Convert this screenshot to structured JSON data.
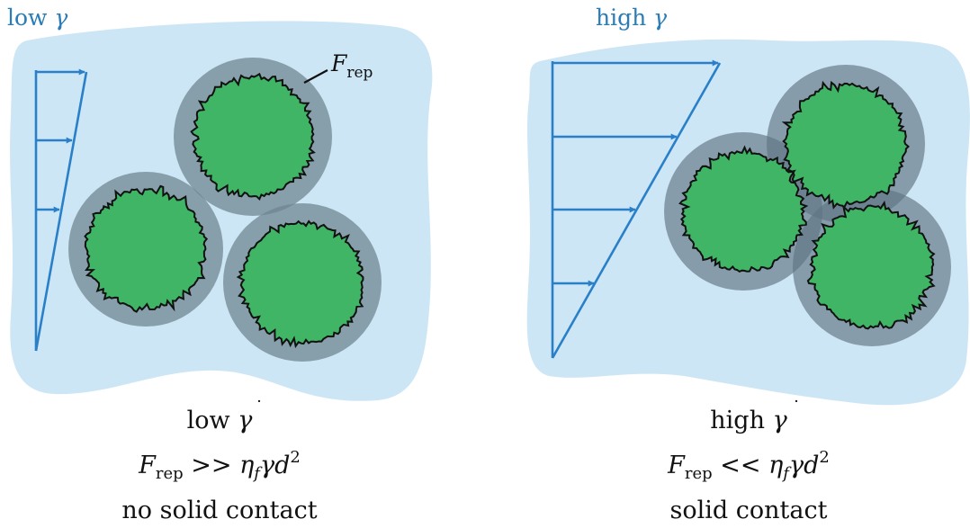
{
  "left_panel": {
    "corner_label": {
      "text": "low ",
      "symbol": "γ"
    },
    "force_label": {
      "symbol": "F",
      "subscript": "rep"
    },
    "caption": {
      "line1": {
        "text": "low ",
        "symbol": "γ"
      },
      "line2": {
        "F": "F",
        "sub": "rep",
        "op": " >> ",
        "eta": "η",
        "eta_sub": "f",
        "gamma": "γ",
        "d": "d",
        "sup": "2"
      },
      "line3": "no solid contact"
    }
  },
  "right_panel": {
    "corner_label": {
      "text": "high ",
      "symbol": "γ"
    },
    "caption": {
      "line1": {
        "text": "high ",
        "symbol": "γ"
      },
      "line2": {
        "F": "F",
        "sub": "rep",
        "op": " << ",
        "eta": "η",
        "eta_sub": "f",
        "gamma": "γ",
        "d": "d",
        "sup": "2"
      },
      "line3": "solid contact"
    }
  },
  "colors": {
    "fluid": "#cde6f5",
    "arrow": "#2a80c8",
    "particle": "#3fb565",
    "halo": "#6f8692",
    "label_blue": "#2a7db5",
    "text": "#111111"
  }
}
